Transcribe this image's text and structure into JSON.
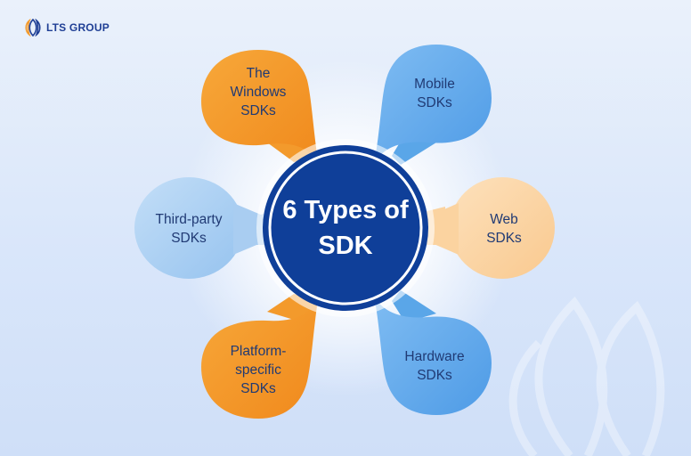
{
  "brand": {
    "name": "LTS GROUP"
  },
  "diagram": {
    "center_title_lines": [
      "6 Types of",
      "SDK"
    ],
    "petals": [
      {
        "id": "windows",
        "lines": [
          "The",
          "Windows",
          "SDKs"
        ],
        "color": "orange"
      },
      {
        "id": "mobile",
        "lines": [
          "Mobile",
          "SDKs"
        ],
        "color": "blue"
      },
      {
        "id": "third-party",
        "lines": [
          "Third-party",
          "SDKs"
        ],
        "color": "light-blue"
      },
      {
        "id": "web",
        "lines": [
          "Web",
          "SDKs"
        ],
        "color": "peach"
      },
      {
        "id": "platform",
        "lines": [
          "Platform-",
          "specific",
          "SDKs"
        ],
        "color": "orange"
      },
      {
        "id": "hardware",
        "lines": [
          "Hardware",
          "SDKs"
        ],
        "color": "blue"
      }
    ]
  },
  "colors": {
    "orange": "#f39a2c",
    "blue": "#5aa6e8",
    "light_blue": "#a9cdf1",
    "peach": "#fbd3a0",
    "navy": "#0f3f99",
    "text": "#203a74"
  }
}
